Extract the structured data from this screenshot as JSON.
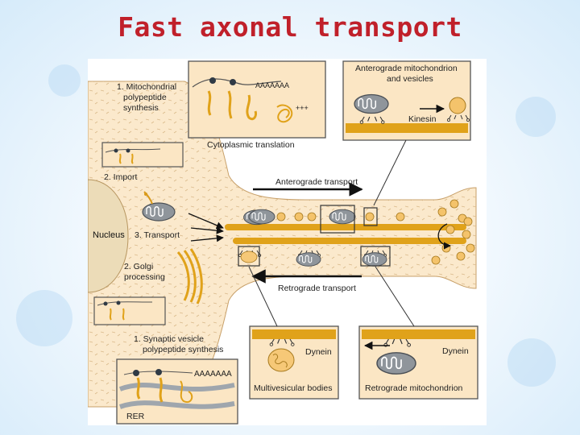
{
  "title": "Fast axonal transport",
  "labels": {
    "mito_synthesis": [
      "1. Mitochondrial",
      "polypeptide",
      "synthesis"
    ],
    "mrna_tail_top": "AAAAAAA",
    "plus_ends": "+++",
    "cytoplasmic_translation": "Cytoplasmic translation",
    "import": "2. Import",
    "nucleus": "Nucleus",
    "transport": "3. Transport",
    "golgi": [
      "2. Golgi",
      "processing"
    ],
    "vesicle_synthesis": [
      "1. Synaptic vesicle",
      "polypeptide synthesis"
    ],
    "mrna_tail_bottom": "AAAAAAA",
    "rer": "RER",
    "anterograde_box_title": [
      "Anterograde mitochondrion",
      "and vesicles"
    ],
    "kinesin": "Kinesin",
    "anterograde_transport": "Anterograde transport",
    "retrograde_transport": "Retrograde transport",
    "dynein_left": "Dynein",
    "multivesicular": "Multivesicular bodies",
    "dynein_right": "Dynein",
    "retrograde_mito": "Retrograde mitochondrion"
  },
  "colors": {
    "title": "#c0202a",
    "cell_fill": "#fbe9cc",
    "microtubule": "#e0a21a",
    "box_fill": "#fbe6c4",
    "box_border": "#555555",
    "vesicle": "#f4c36b",
    "mitochondrion": "#8f959b",
    "arrow": "#111111"
  }
}
